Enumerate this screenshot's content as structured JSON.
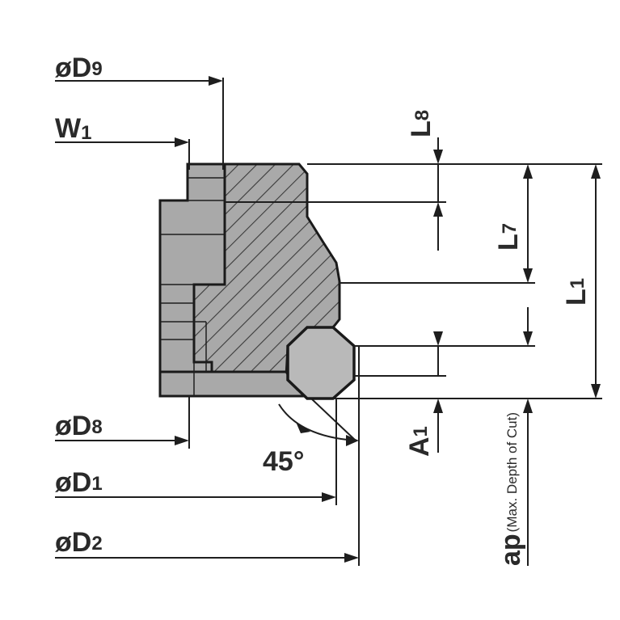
{
  "labels": {
    "D9": {
      "main": "øD",
      "sub": "9"
    },
    "W1": {
      "main": "W",
      "sub": "1"
    },
    "D8": {
      "main": "øD",
      "sub": "8"
    },
    "D1": {
      "main": "øD",
      "sub": "1"
    },
    "D2": {
      "main": "øD",
      "sub": "2"
    },
    "L8": {
      "main": "L",
      "sub": "8"
    },
    "L7": {
      "main": "L",
      "sub": "7"
    },
    "L1": {
      "main": "L",
      "sub": "1"
    },
    "A1": {
      "main": "A",
      "sub": "1"
    },
    "ap": {
      "main": "ap",
      "note": "(Max. Depth of Cut)"
    },
    "angle": "45°"
  },
  "colors": {
    "line": "#1e1e1e",
    "body": "#a9a9a9",
    "hatch": "#3a3a3a",
    "insert": "#b9b9b9",
    "background": "#ffffff"
  }
}
